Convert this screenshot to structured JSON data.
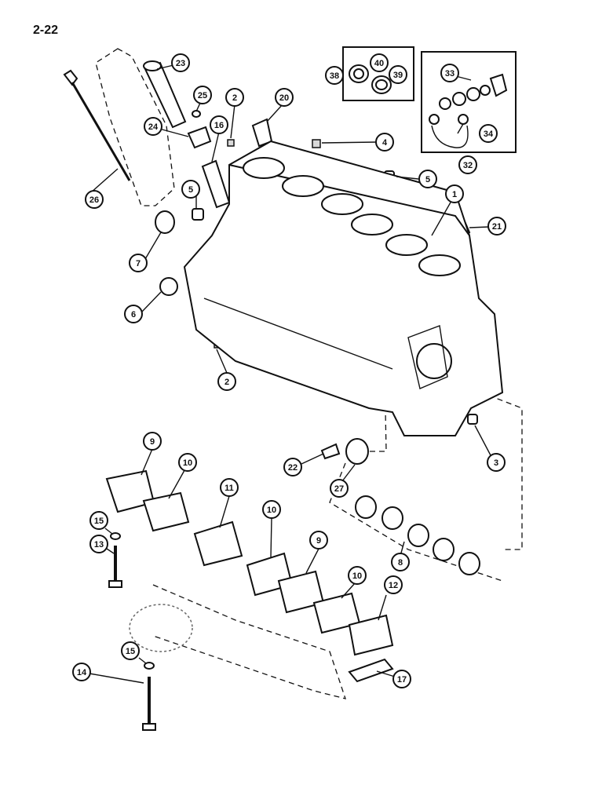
{
  "page": {
    "number": "2-22"
  },
  "callouts": [
    {
      "label": "23"
    },
    {
      "label": "25"
    },
    {
      "label": "2"
    },
    {
      "label": "20"
    },
    {
      "label": "24"
    },
    {
      "label": "16"
    },
    {
      "label": "4"
    },
    {
      "label": "38"
    },
    {
      "label": "40"
    },
    {
      "label": "39"
    },
    {
      "label": "33"
    },
    {
      "label": "34"
    },
    {
      "label": "32"
    },
    {
      "label": "26"
    },
    {
      "label": "5"
    },
    {
      "label": "5"
    },
    {
      "label": "1"
    },
    {
      "label": "21"
    },
    {
      "label": "7"
    },
    {
      "label": "6"
    },
    {
      "label": "2"
    },
    {
      "label": "3"
    },
    {
      "label": "22"
    },
    {
      "label": "27"
    },
    {
      "label": "9"
    },
    {
      "label": "10"
    },
    {
      "label": "11"
    },
    {
      "label": "10"
    },
    {
      "label": "9"
    },
    {
      "label": "10"
    },
    {
      "label": "12"
    },
    {
      "label": "8"
    },
    {
      "label": "15"
    },
    {
      "label": "13"
    },
    {
      "label": "15"
    },
    {
      "label": "14"
    },
    {
      "label": "17"
    }
  ]
}
